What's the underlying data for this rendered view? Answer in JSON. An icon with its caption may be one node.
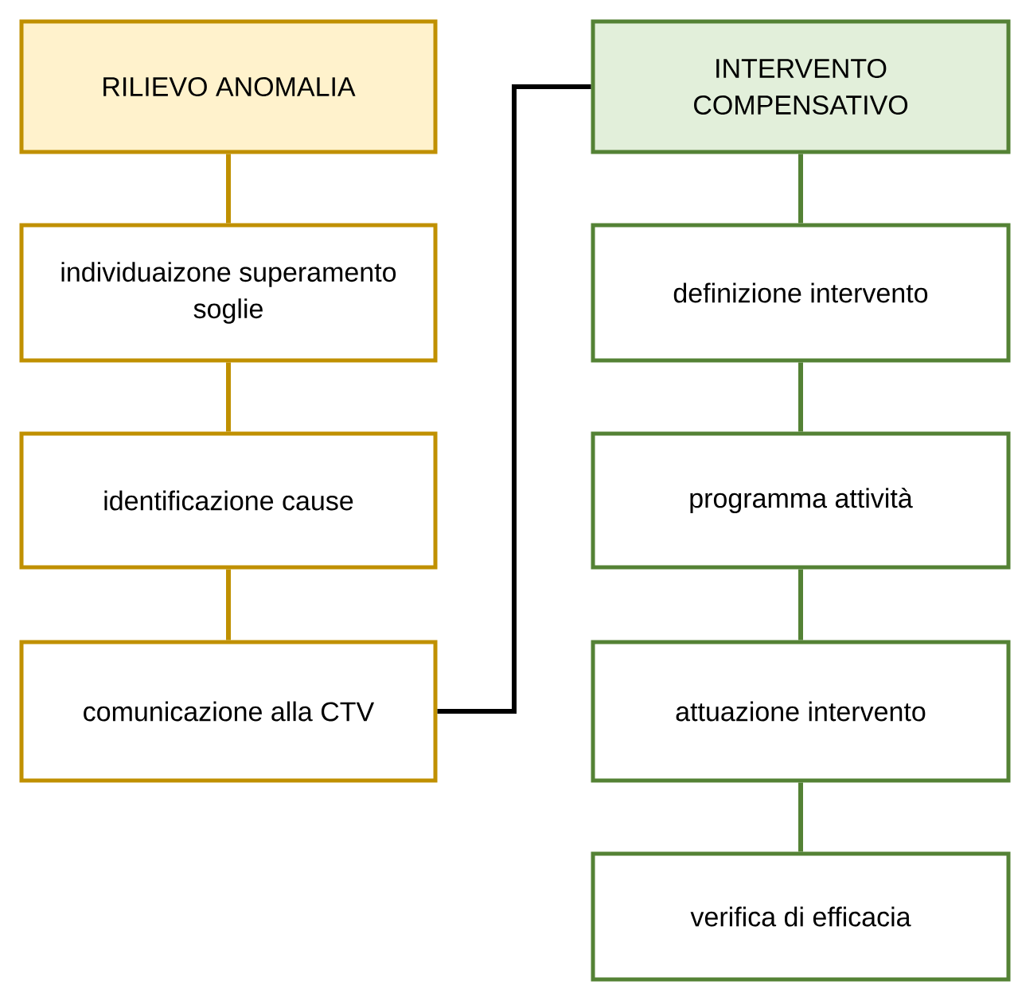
{
  "diagram": {
    "nodes": [
      {
        "text": [
          "RILIEVO ANOMALIA"
        ]
      },
      {
        "text": [
          "individuaizone superamento soglie"
        ]
      },
      {
        "text": [
          "identificazione cause"
        ]
      },
      {
        "text": [
          "comunicazione alla CTV"
        ]
      },
      {
        "text": [
          "INTERVENTO COMPENSATIVO"
        ]
      },
      {
        "text": [
          "definizione intervento"
        ]
      },
      {
        "text": [
          "programma attività"
        ]
      },
      {
        "text": [
          "attuazione intervento"
        ]
      },
      {
        "text": [
          "verifica di efficacia"
        ]
      }
    ],
    "edges": [
      {
        "from": 0,
        "to": 1,
        "arrow": "none",
        "color": "#bf9000"
      },
      {
        "from": 1,
        "to": 2,
        "arrow": "none",
        "color": "#bf9000"
      },
      {
        "from": 2,
        "to": 3,
        "arrow": "none",
        "color": "#bf9000"
      },
      {
        "from": 3,
        "to": 4,
        "arrow": "none",
        "color": "#000000"
      },
      {
        "from": 4,
        "to": 5,
        "arrow": "none",
        "color": "#548235"
      },
      {
        "from": 5,
        "to": 6,
        "arrow": "none",
        "color": "#548235"
      },
      {
        "from": 6,
        "to": 7,
        "arrow": "none",
        "color": "#548235"
      },
      {
        "from": 7,
        "to": 8,
        "arrow": "none",
        "color": "#548235"
      }
    ]
  }
}
